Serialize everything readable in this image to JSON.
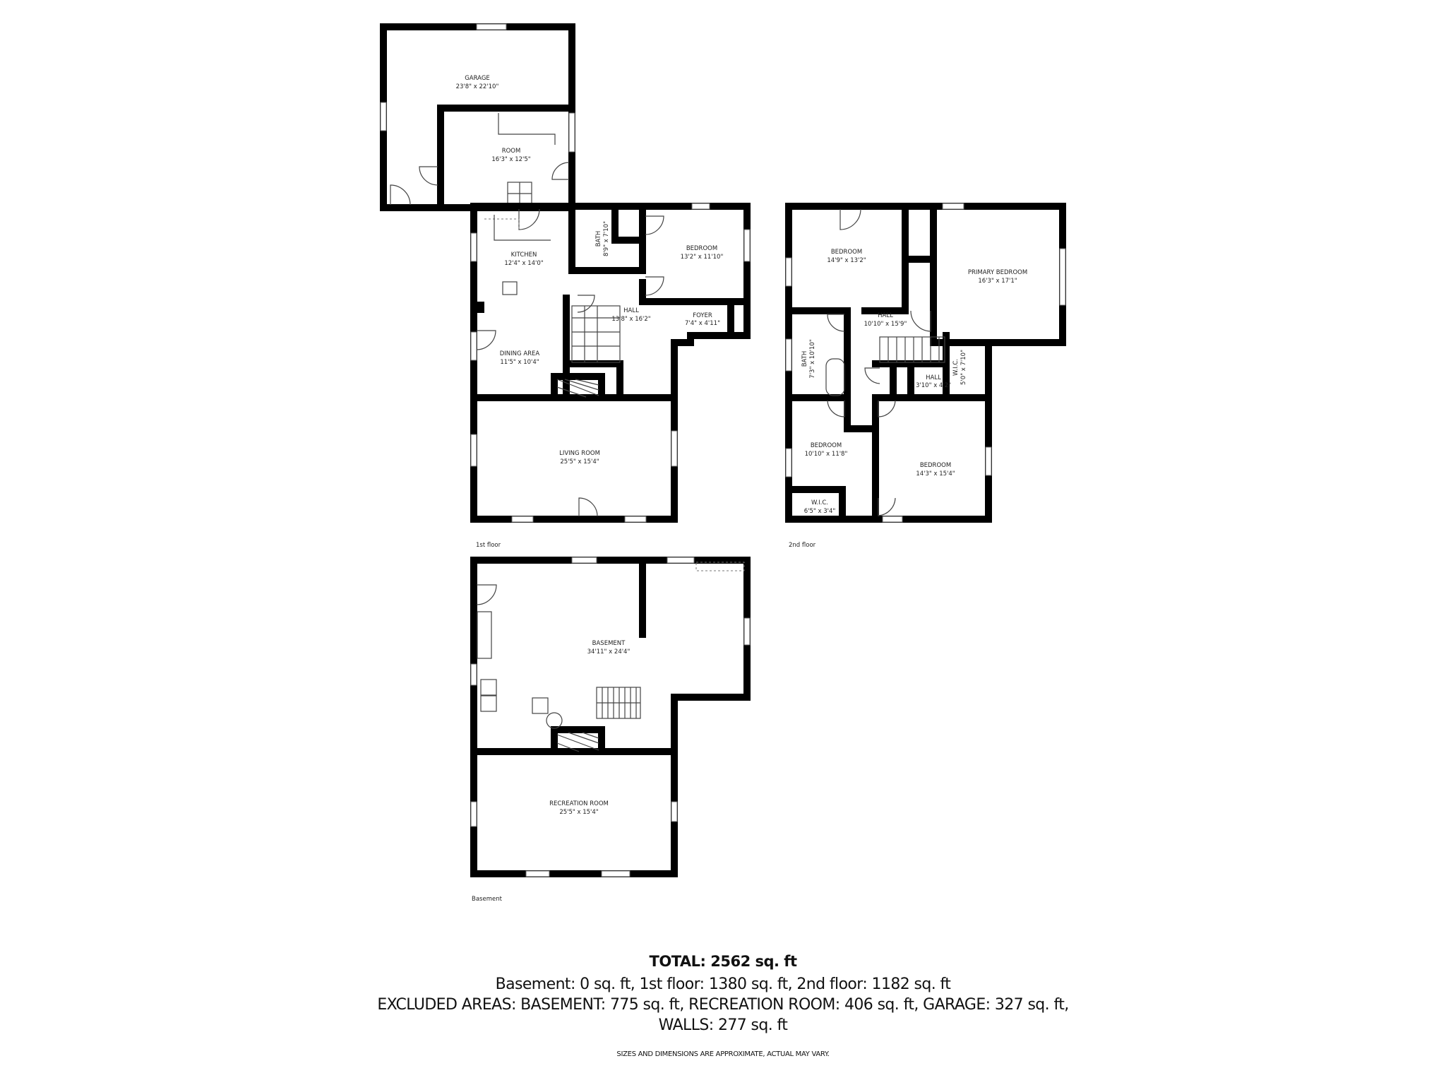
{
  "floors": {
    "first": {
      "label": "1st floor",
      "rooms": {
        "garage": {
          "name": "GARAGE",
          "size": "23'8\" x 22'10\""
        },
        "room": {
          "name": "ROOM",
          "size": "16'3\" x 12'5\""
        },
        "kitchen": {
          "name": "KITCHEN",
          "size": "12'4\" x 14'0\""
        },
        "bath": {
          "name": "BATH",
          "size": "8'9\" x 7'10\""
        },
        "bedroom": {
          "name": "BEDROOM",
          "size": "13'2\" x 11'10\""
        },
        "hall": {
          "name": "HALL",
          "size": "13'8\" x 16'2\""
        },
        "foyer": {
          "name": "FOYER",
          "size": "7'4\" x 4'11\""
        },
        "dining": {
          "name": "DINING AREA",
          "size": "11'5\" x 10'4\""
        },
        "living": {
          "name": "LIVING ROOM",
          "size": "25'5\" x 15'4\""
        }
      }
    },
    "second": {
      "label": "2nd floor",
      "rooms": {
        "bedroom_nw": {
          "name": "BEDROOM",
          "size": "14'9\" x 13'2\""
        },
        "primary": {
          "name": "PRIMARY BEDROOM",
          "size": "16'3\" x 17'1\""
        },
        "hall": {
          "name": "HALL",
          "size": "10'10\" x 15'9\""
        },
        "bath": {
          "name": "BATH",
          "size": "7'3\" x 10'10\""
        },
        "wic_e": {
          "name": "W.I.C.",
          "size": "5'0\" x 7'10\""
        },
        "hall_small": {
          "name": "HALL",
          "size": "3'10\" x 4'2\""
        },
        "bedroom_sw": {
          "name": "BEDROOM",
          "size": "10'10\" x 11'8\""
        },
        "bedroom_se": {
          "name": "BEDROOM",
          "size": "14'3\" x 15'4\""
        },
        "wic_s": {
          "name": "W.I.C.",
          "size": "6'5\" x 3'4\""
        }
      }
    },
    "basement": {
      "label": "Basement",
      "rooms": {
        "basement": {
          "name": "BASEMENT",
          "size": "34'11\" x 24'4\""
        },
        "recreation": {
          "name": "RECREATION ROOM",
          "size": "25'5\" x 15'4\""
        }
      }
    }
  },
  "summary": {
    "total": "TOTAL: 2562 sq. ft",
    "floors_line": "Basement: 0 sq. ft, 1st floor: 1380 sq. ft, 2nd floor: 1182 sq. ft",
    "excluded_line": "EXCLUDED AREAS: BASEMENT: 775 sq. ft, RECREATION ROOM: 406 sq. ft, GARAGE: 327 sq. ft,",
    "walls_line": "WALLS: 277 sq. ft",
    "disclaimer": "SIZES AND DIMENSIONS ARE APPROXIMATE, ACTUAL MAY VARY."
  }
}
